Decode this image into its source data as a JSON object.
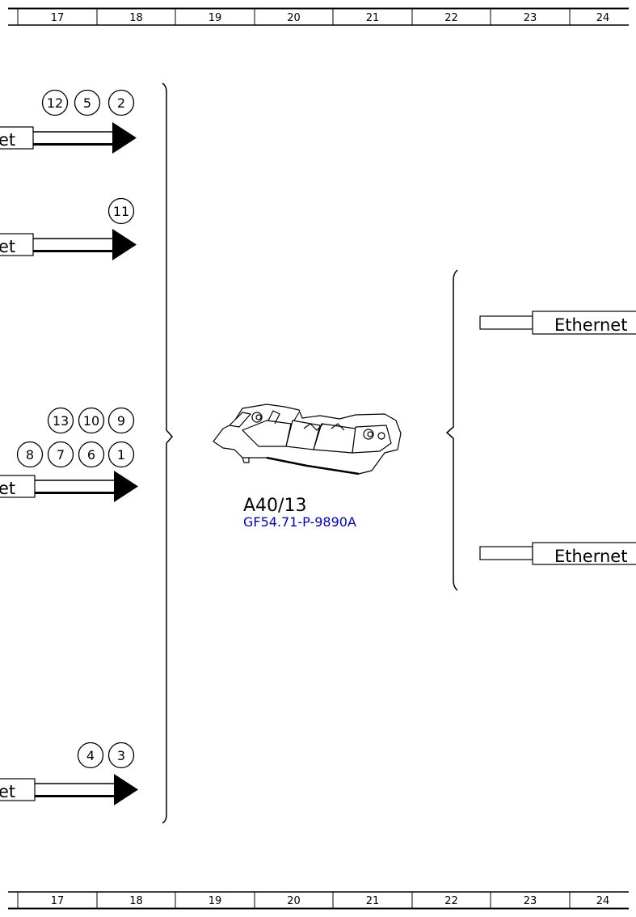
{
  "ruler": {
    "top": [
      "17",
      "18",
      "19",
      "20",
      "21",
      "22",
      "23",
      "24"
    ],
    "bottom": [
      "17",
      "18",
      "19",
      "20",
      "21",
      "22",
      "23",
      "24"
    ]
  },
  "left_groups": [
    {
      "connector_label": "et",
      "refs": [
        [
          "12",
          "5",
          "2"
        ]
      ]
    },
    {
      "connector_label": "et",
      "refs": [
        [
          "11"
        ]
      ]
    },
    {
      "connector_label": "et",
      "refs": [
        [
          "13",
          "10",
          "9"
        ],
        [
          "8",
          "7",
          "6",
          "1"
        ]
      ]
    },
    {
      "connector_label": "et",
      "refs": [
        [
          "4",
          "3"
        ]
      ]
    }
  ],
  "component": {
    "name": "A40/13",
    "doc_link": "GF54.71-P-9890A",
    "doc_link_color": "#0000cc"
  },
  "right_connectors": [
    {
      "label": "Ethernet"
    },
    {
      "label": "Ethernet"
    }
  ]
}
